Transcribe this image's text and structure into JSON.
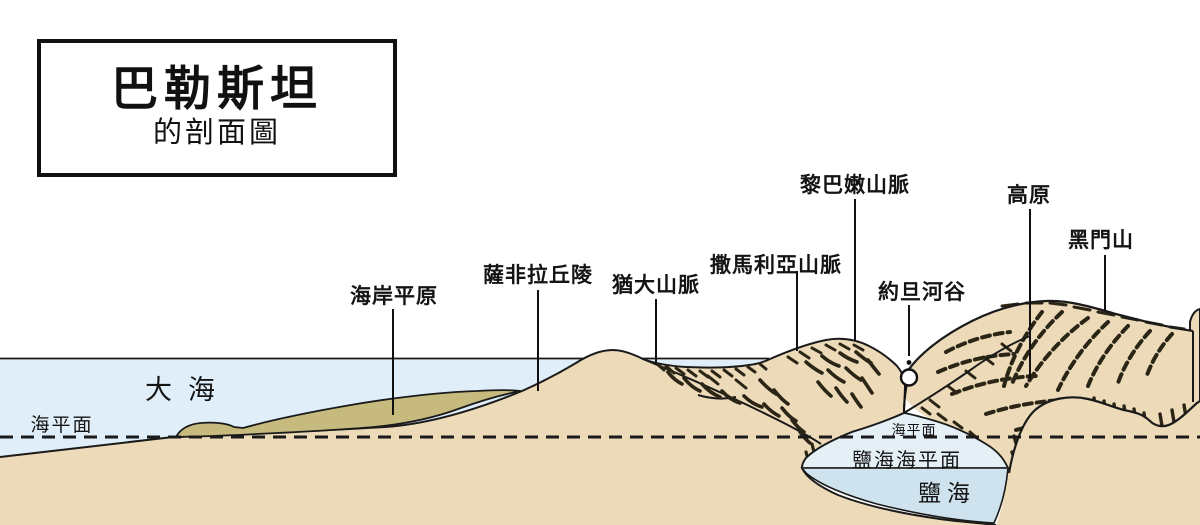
{
  "title_box": {
    "line1": "巴勒斯坦",
    "line2": "的剖面圖"
  },
  "labels": {
    "coastal_plain": "海岸平原",
    "shephelah_hills": "薩非拉丘陵",
    "judean_mountains": "猶大山脈",
    "samaria_mountains": "撒馬利亞山脈",
    "lebanon_mountains": "黎巴嫩山脈",
    "jordan_valley": "約旦河谷",
    "plateau": "高原",
    "mount_hermon": "黑門山",
    "the_sea": "大海",
    "sea_level": "海平面",
    "sea_level_small": "海平面",
    "salt_sea_level": "鹽海海平面",
    "salt_sea": "鹽海"
  },
  "colors": {
    "sea_blue": "#dfeef8",
    "tan": "#ecdab9",
    "olive": "#c6ba7e",
    "valley_blue": "#e4eff6",
    "deadsea_blue": "#cfe3ef",
    "ink": "#1a1a1a",
    "hatch": "#2b2516"
  }
}
